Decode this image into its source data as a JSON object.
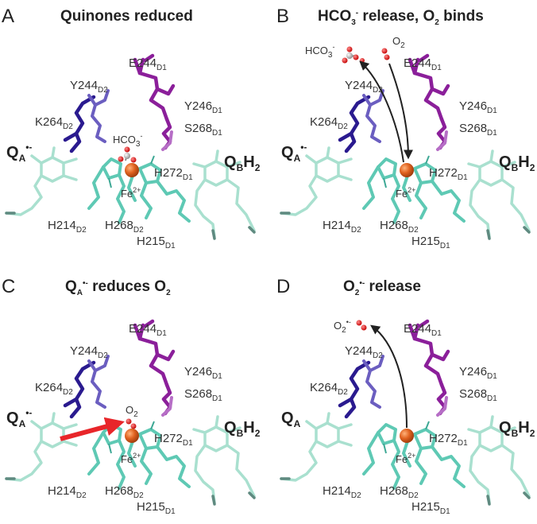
{
  "panels": [
    {
      "letter": "A",
      "title": "Quinones reduced",
      "qa": {
        "main": "Q",
        "sub": "A",
        "sup": "•-"
      },
      "qb": {
        "main": "Q",
        "sub": "B",
        "post": "H",
        "sub2": "2"
      },
      "residues": {
        "e244": {
          "main": "E244",
          "sub": "D1"
        },
        "y244": {
          "main": "Y244",
          "sub": "D2"
        },
        "y246": {
          "main": "Y246",
          "sub": "D1"
        },
        "k264": {
          "main": "K264",
          "sub": "D2"
        },
        "s268": {
          "main": "S268",
          "sub": "D1"
        },
        "h272": {
          "main": "H272",
          "sub": "D1"
        },
        "h214": {
          "main": "H214",
          "sub": "D2"
        },
        "h268": {
          "main": "H268",
          "sub": "D2"
        },
        "h215": {
          "main": "H215",
          "sub": "D1"
        }
      },
      "iron": {
        "main": "Fe",
        "sup": "2+"
      },
      "ligand": {
        "main": "HCO",
        "sub": "3",
        "sup": "-"
      }
    },
    {
      "letter": "B",
      "title_parts": {
        "a": "HCO",
        "sub": "3",
        "sup": "-",
        "b": " release, O",
        "sub2": "2",
        "c": " binds"
      },
      "qa": {
        "main": "Q",
        "sub": "A",
        "sup": "•-"
      },
      "qb": {
        "main": "Q",
        "sub": "B",
        "post": "H",
        "sub2": "2"
      },
      "iron": {
        "main": "Fe",
        "sup": "2+"
      },
      "bicarb": {
        "main": "HCO",
        "sub": "3",
        "sup": "-"
      },
      "oxygen": {
        "main": "O",
        "sub": "2"
      }
    },
    {
      "letter": "C",
      "title_parts": {
        "a": "Q",
        "sub": "A",
        "sup": "•-",
        "b": " reduces O",
        "sub2": "2"
      },
      "qa": {
        "main": "Q",
        "sub": "A",
        "sup": "•-"
      },
      "qb": {
        "main": "Q",
        "sub": "B",
        "post": "H",
        "sub2": "2"
      },
      "iron": {
        "main": "Fe",
        "sup": "2+"
      },
      "oxygen": {
        "main": "O",
        "sub": "2"
      }
    },
    {
      "letter": "D",
      "title_parts": {
        "a": "O",
        "sub": "2",
        "sup": "•-",
        "b": " release"
      },
      "qa": {
        "main": "Q",
        "sub": "A"
      },
      "qb": {
        "main": "Q",
        "sub": "B",
        "post": "H",
        "sub2": "2"
      },
      "iron": {
        "main": "Fe",
        "sup": "2+"
      },
      "superoxide": {
        "main": "O",
        "sub": "2",
        "sup": "•-"
      }
    }
  ],
  "colors": {
    "iron": "#e0621f",
    "histidine": "#5ec9b4",
    "quinone": "#a9e0cf",
    "glu_tyr_d1": "#8b1f9a",
    "lys_d2": "#2a1a8f",
    "tyr_d2": "#6b5ec0",
    "arrow_black": "#222222",
    "arrow_red": "#e8262a",
    "oxygen_atom": "#e02020",
    "carbon_atom": "#aaaaaa"
  }
}
